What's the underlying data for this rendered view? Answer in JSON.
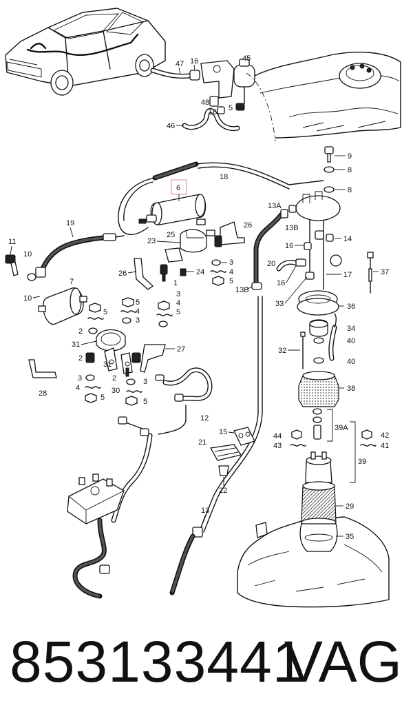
{
  "highlight_callout": "6",
  "callouts": {
    "c47": "47",
    "c16a": "16",
    "c45": "45",
    "c48": "48",
    "c16b": "16",
    "c5a": "5",
    "c46": "46",
    "c9": "9",
    "c8a": "8",
    "c8b": "8",
    "c18": "18",
    "c13a": "13A",
    "c26a": "26",
    "c19": "19",
    "c11": "11",
    "c10a": "10",
    "c25": "25",
    "c23": "23",
    "c14": "14",
    "c13b_top": "13B",
    "c16c": "16",
    "c3a": "3",
    "c4a": "4",
    "c5b": "5",
    "c20": "20",
    "c37": "37",
    "c24": "24",
    "c26b": "26",
    "c1": "1",
    "c13b_mid": "13B",
    "c16d": "16",
    "c17": "17",
    "c7": "7",
    "c10b": "10",
    "c33": "33",
    "c36": "36",
    "c5c": "5",
    "c4b": "4",
    "c3b": "3",
    "c5d": "5",
    "c4c": "4",
    "c3c": "3",
    "c2a": "2",
    "c5e": "5",
    "c34": "34",
    "c40a": "40",
    "c31a": "31",
    "c27": "27",
    "c32": "32",
    "c40b": "40",
    "c2b": "2",
    "c31b": "31",
    "c3d": "3",
    "c2c": "2",
    "c28": "28",
    "c38": "38",
    "c4d": "4",
    "c30": "30",
    "c3e": "3",
    "c5f": "5",
    "c5g": "5",
    "c12": "12",
    "c39a": "39A",
    "c44": "44",
    "c42": "42",
    "c43": "43",
    "c41": "41",
    "c15": "15",
    "c21": "21",
    "c39": "39",
    "c22": "22",
    "c29": "29",
    "c13": "13",
    "c35": "35"
  },
  "icons": {
    "car": "car-silhouette-icon",
    "fuel_tank": "fuel-tank-icon",
    "fuel_pump": "fuel-pump-icon",
    "fuel_filter": "fuel-filter-icon"
  },
  "footer": {
    "part_number": "853133441",
    "brand": "VAG"
  },
  "colors": {
    "highlight": "#d98a8a",
    "ink": "#111111"
  }
}
